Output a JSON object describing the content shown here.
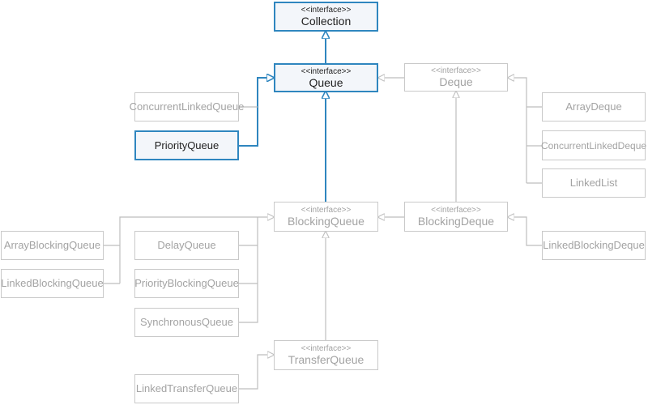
{
  "colors": {
    "highlight": "#2f86bf",
    "normal": "#bdbdbd",
    "text_dim": "#a3a3a3"
  },
  "nodes": {
    "collection": {
      "stereotype": "<<interface>>",
      "name": "Collection",
      "highlighted": true
    },
    "queue": {
      "stereotype": "<<interface>>",
      "name": "Queue",
      "highlighted": true
    },
    "deque": {
      "stereotype": "<<interface>>",
      "name": "Deque"
    },
    "concurrent_linked_queue": {
      "name": "ConcurrentLinkedQueue"
    },
    "priority_queue": {
      "name": "PriorityQueue",
      "highlighted": true
    },
    "array_deque": {
      "name": "ArrayDeque"
    },
    "concurrent_linked_deque": {
      "name": "ConcurrentLinkedDeque"
    },
    "linked_list": {
      "name": "LinkedList"
    },
    "blocking_queue": {
      "stereotype": "<<interface>>",
      "name": "BlockingQueue"
    },
    "blocking_deque": {
      "stereotype": "<<interface>>",
      "name": "BlockingDeque"
    },
    "array_blocking_queue": {
      "name": "ArrayBlockingQueue"
    },
    "linked_blocking_queue": {
      "name": "LinkedBlockingQueue"
    },
    "delay_queue": {
      "name": "DelayQueue"
    },
    "priority_blocking_queue": {
      "name": "PriorityBlockingQueue"
    },
    "synchronous_queue": {
      "name": "SynchronousQueue"
    },
    "linked_blocking_deque": {
      "name": "LinkedBlockingDeque"
    },
    "transfer_queue": {
      "stereotype": "<<interface>>",
      "name": "TransferQueue"
    },
    "linked_transfer_queue": {
      "name": "LinkedTransferQueue"
    }
  }
}
